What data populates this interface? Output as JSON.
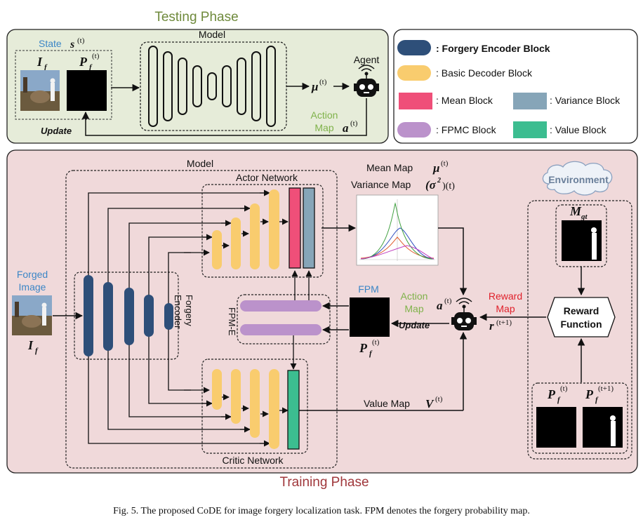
{
  "testing": {
    "phase_title": "Testing Phase",
    "state_label": "State",
    "state_sym": "s",
    "state_sup": "(t)",
    "if_sym": "I",
    "if_sub": "f",
    "pf_sym": "P",
    "pf_sub": "f",
    "pf_sup": "(t)",
    "model_label": "Model",
    "mu_sym": "μ",
    "mu_sup": "(t)",
    "agent_label": "Agent",
    "action_label_1": "Action",
    "action_label_2": "Map",
    "a_sym": "a",
    "a_sup": "(t)",
    "update_label": "Update"
  },
  "legend": {
    "items": [
      {
        "label": ": Forgery Encoder Block",
        "color": "#2e4f79"
      },
      {
        "label": ": Basic Decoder Block",
        "color": "#f9cc6e"
      },
      {
        "label": ": Mean Block",
        "color": "#ef4f79"
      },
      {
        "label": ": Variance Block",
        "color": "#86a5b8"
      },
      {
        "label": ": FPMC Block",
        "color": "#bb92cb"
      },
      {
        "label": ": Value Block",
        "color": "#3cbd90"
      }
    ]
  },
  "training": {
    "phase_title": "Training Phase",
    "model_label": "Model",
    "actor_label": "Actor Network",
    "critic_label": "Critic Network",
    "encoder_label_1": "Forgery",
    "encoder_label_2": "Encoder",
    "fpme_label": "FPM-E",
    "forged_label_1": "Forged",
    "forged_label_2": "Image",
    "if_sym": "I",
    "if_sub": "f",
    "mean_map_label": "Mean Map",
    "mean_sym": "μ",
    "mean_sup": "(t)",
    "var_map_label": "Variance Map",
    "var_sym": "(σ",
    "var_pow": "2",
    "var_sup": ")(t)",
    "fpm_label": "FPM",
    "pf_sym": "P",
    "pf_sub": "f",
    "pf_sup": "(t)",
    "action_label_1": "Action",
    "action_label_2": "Map",
    "a_sym": "a",
    "a_sup": "(t)",
    "update_label": "Update",
    "reward_label_1": "Reward",
    "reward_label_2": "Map",
    "r_sym": "r",
    "r_sup": "(t+1)",
    "value_map_label": "Value Map",
    "v_sym": "V",
    "v_sup": "(t)",
    "environment_label": "Environment",
    "mgt_sym": "M",
    "mgt_sub": "gt",
    "reward_fn_1": "Reward",
    "reward_fn_2": "Function",
    "pf_t_sym": "P",
    "pf_t_sub": "f",
    "pf_t_sup": "(t)",
    "pf_t1_sym": "P",
    "pf_t1_sub": "f",
    "pf_t1_sup": "(t+1)"
  },
  "caption": "Fig. 5.   The proposed CoDE for image forgery localization task. FPM denotes the forgery probability map.",
  "colors": {
    "testing_bg": "#e6ecd9",
    "training_bg": "#f0d9da",
    "encoder": "#2e4f79",
    "decoder": "#f9cc6e",
    "mean": "#ef4f79",
    "variance": "#86a5b8",
    "fpmc": "#bb92cb",
    "value": "#3cbd90",
    "blue_text": "#3b86c6",
    "green_text": "#7fb24a",
    "red_text": "#e0202a",
    "testing_title": "#6f8a3c",
    "training_title": "#a0383c"
  }
}
